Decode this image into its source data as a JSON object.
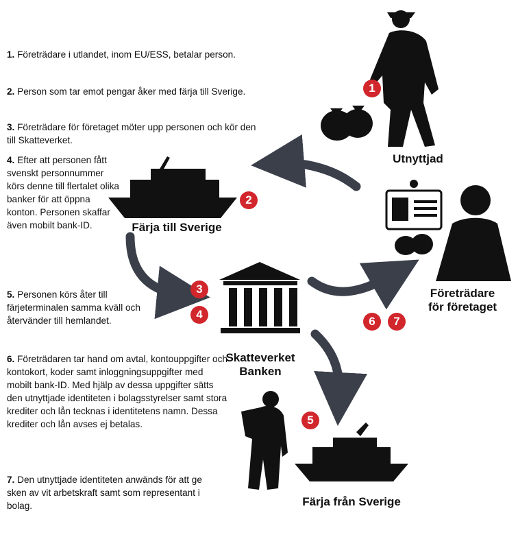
{
  "steps": [
    {
      "num": "1.",
      "text": "Företrädare i utlandet, inom EU/ESS, betalar person."
    },
    {
      "num": "2.",
      "text": "Person som tar emot pengar åker med färja till Sverige."
    },
    {
      "num": "3.",
      "text": "Företrädare för företaget möter upp personen och kör den till Skatteverket."
    },
    {
      "num": "4.",
      "text": "Efter att personen fått svenskt personnummer körs denne till flertalet olika banker för att öppna konton. Personen skaffar även mobilt bank-ID."
    },
    {
      "num": "5.",
      "text": "Personen körs åter till färjeterminalen samma kväll och återvänder till hemlandet."
    },
    {
      "num": "6.",
      "text": "Företrädaren tar hand om avtal, kontouppgifter och kontokort, koder samt inloggningsuppgifter med mobilt bank-ID. Med hjälp av dessa uppgifter sätts den utnyttjade identiteten i bolagsstyrelser samt stora krediter och lån tecknas i identitetens namn. Dessa krediter och lån avses ej betalas."
    },
    {
      "num": "7.",
      "text": "Den utnyttjade identiteten anwänds för att ge sken av vit arbetskraft samt som representant i bolag."
    }
  ],
  "labels": {
    "exploited": "Utnyttjad",
    "ferry_to": "Färja till Sverige",
    "bank_line1": "Skatteverket",
    "bank_line2": "Banken",
    "rep_line1": "Företrädare",
    "rep_line2": "för företaget",
    "ferry_from": "Färja från Sverige"
  },
  "badges": [
    "1",
    "2",
    "3",
    "4",
    "5",
    "6",
    "7"
  ],
  "colors": {
    "badge": "#d1262c",
    "arrow": "#3a3f4a",
    "ink": "#111111"
  },
  "icons": [
    "man-walking-icon",
    "money-bags-icon",
    "ferry-icon",
    "bank-building-icon",
    "id-card-icon",
    "businessman-icon"
  ]
}
